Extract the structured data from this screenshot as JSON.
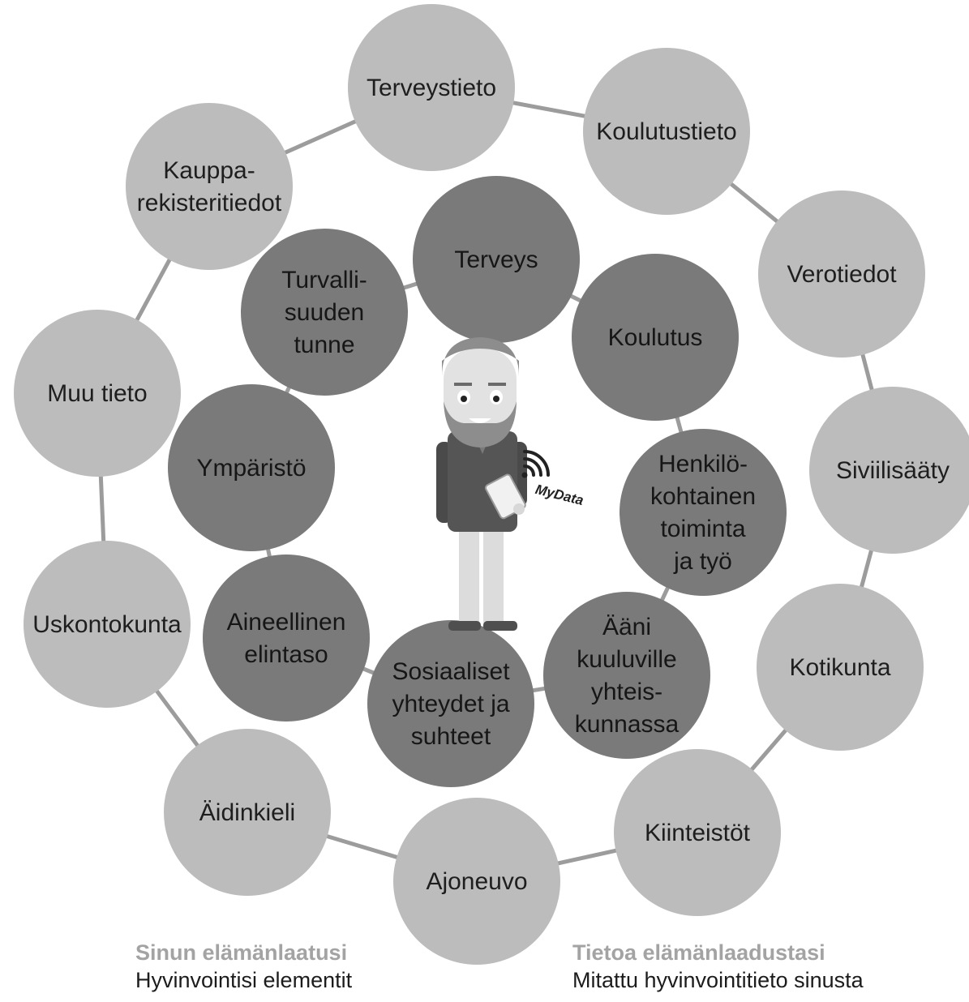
{
  "outer_ring": [
    {
      "id": "terveystieto",
      "lines": [
        "Terveystieto"
      ]
    },
    {
      "id": "koulutustieto",
      "lines": [
        "Koulutustieto"
      ]
    },
    {
      "id": "verotiedot",
      "lines": [
        "Verotiedot"
      ]
    },
    {
      "id": "siviilisaaty",
      "lines": [
        "Siviilisääty"
      ]
    },
    {
      "id": "kotikunta",
      "lines": [
        "Kotikunta"
      ]
    },
    {
      "id": "kiinteistot",
      "lines": [
        "Kiinteistöt"
      ]
    },
    {
      "id": "ajoneuvo",
      "lines": [
        "Ajoneuvo"
      ]
    },
    {
      "id": "aidinkieli",
      "lines": [
        "Äidinkieli"
      ]
    },
    {
      "id": "uskontokunta",
      "lines": [
        "Uskontokunta"
      ]
    },
    {
      "id": "muu-tieto",
      "lines": [
        "Muu tieto"
      ]
    },
    {
      "id": "kaupparekisteritiedot",
      "lines": [
        "Kauppa-",
        "rekisteritiedot"
      ]
    }
  ],
  "inner_ring": [
    {
      "id": "terveys",
      "lines": [
        "Terveys"
      ]
    },
    {
      "id": "koulutus",
      "lines": [
        "Koulutus"
      ]
    },
    {
      "id": "henkilokohtainen-toiminta",
      "lines": [
        "Henkilö-",
        "kohtainen",
        "toiminta",
        "ja työ"
      ]
    },
    {
      "id": "aani-kuuluville",
      "lines": [
        "Ääni",
        "kuuluville",
        "yhteis-",
        "kunnassa"
      ]
    },
    {
      "id": "sosiaaliset-yhteydet",
      "lines": [
        "Sosiaaliset",
        "yhteydet ja",
        "suhteet"
      ]
    },
    {
      "id": "aineellinen-elintaso",
      "lines": [
        "Aineellinen",
        "elintaso"
      ]
    },
    {
      "id": "ymparisto",
      "lines": [
        "Ympäristö"
      ]
    },
    {
      "id": "turvallisuuden-tunne",
      "lines": [
        "Turvalli-",
        "suuden",
        "tunne"
      ]
    }
  ],
  "center": {
    "device_label": "MyData"
  },
  "legend": {
    "left": {
      "heading": "Sinun elämänlaatusi",
      "subtitle": "Hyvinvointisi elementit"
    },
    "right": {
      "heading": "Tietoa elämänlaadustasi",
      "subtitle": "Mitattu hyvinvointitieto sinusta"
    }
  },
  "colors": {
    "outer_circle": "#bcbcbc",
    "inner_circle": "#7a7a7a",
    "ring_line": "#9c9c9c",
    "legend_heading": "#a3a3a3"
  }
}
